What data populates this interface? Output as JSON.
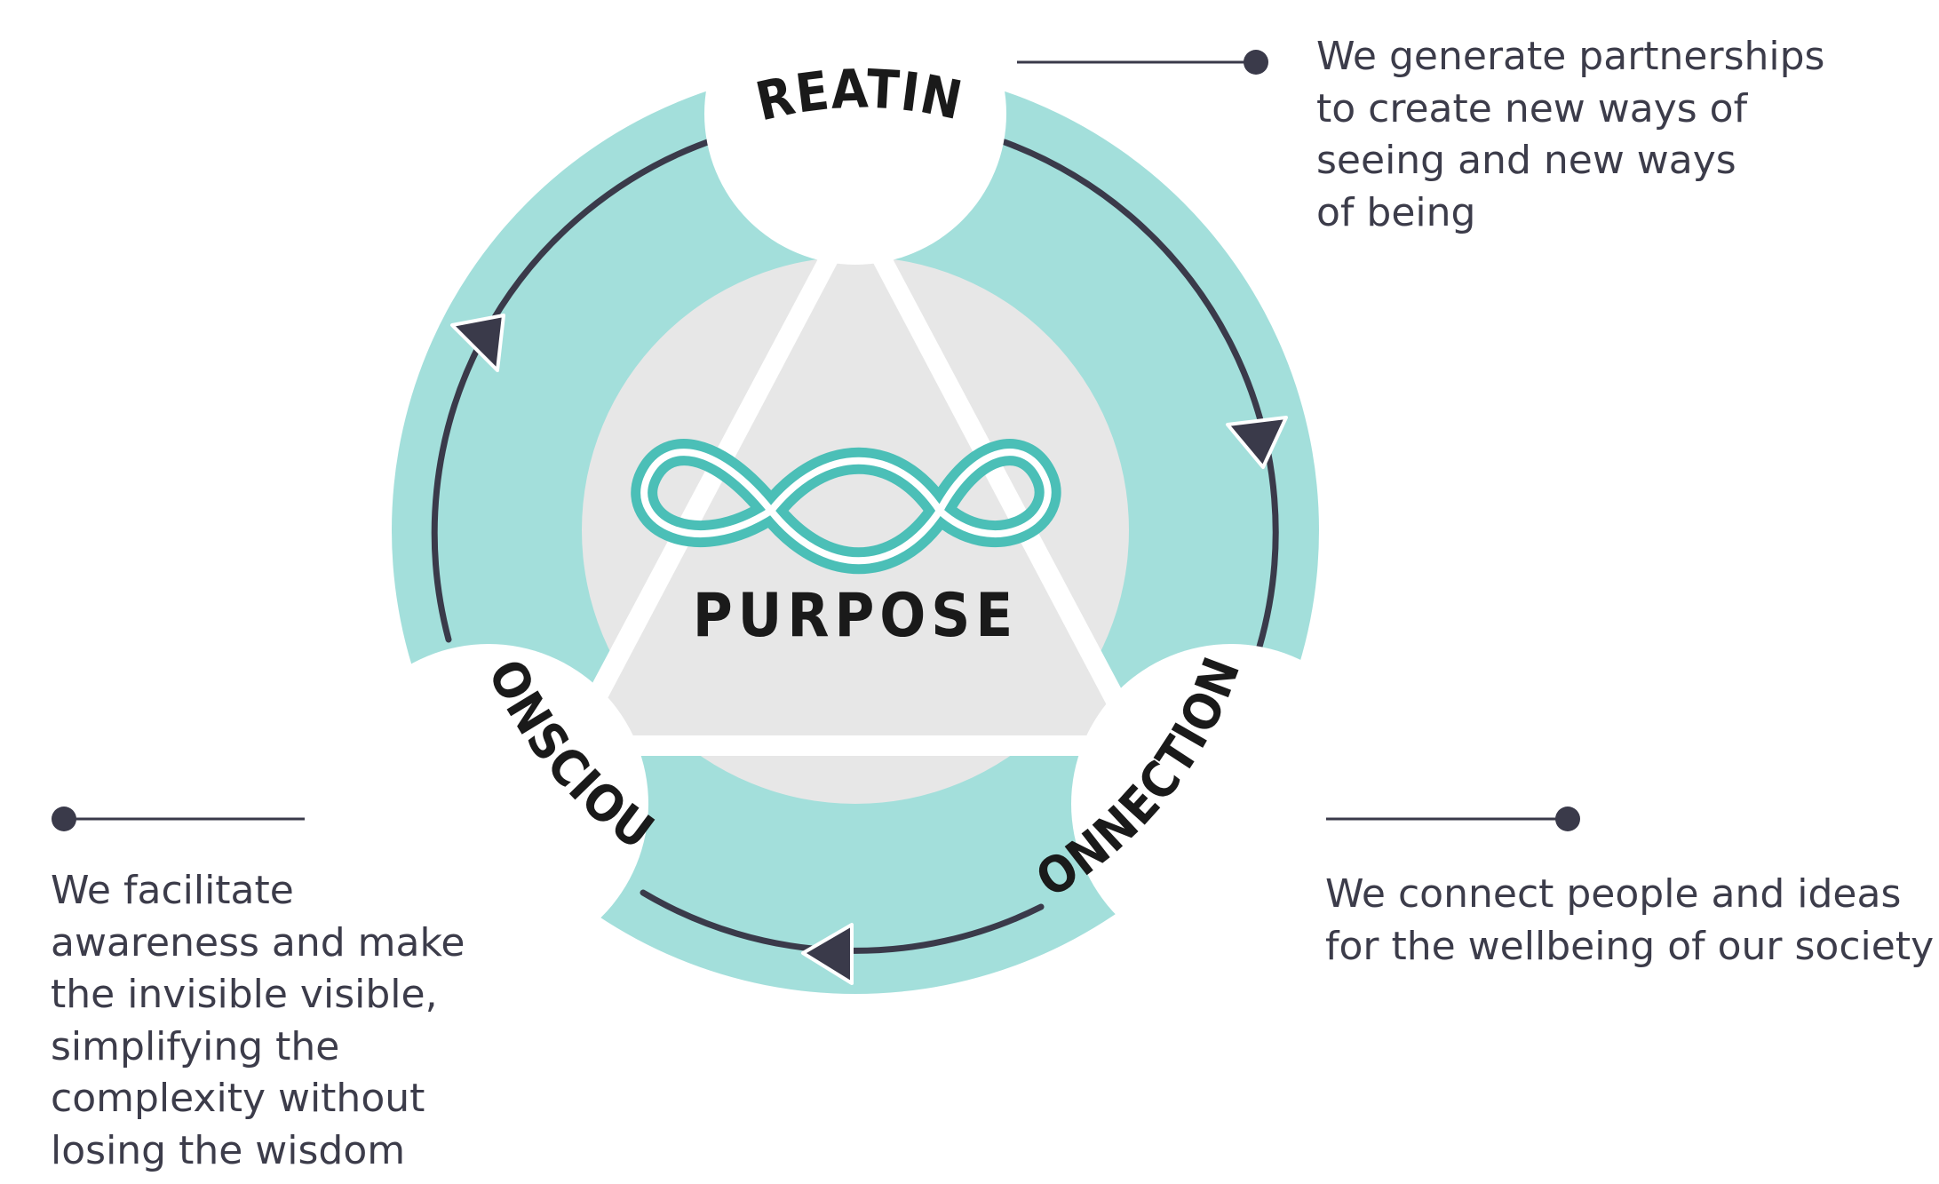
{
  "colors": {
    "teal_ring": "#a3dfdb",
    "teal_logo": "#4bbfb7",
    "gray_core": "#e7e7e7",
    "dark": "#3a3a4a",
    "label": "#1a1a1a",
    "background": "#ffffff"
  },
  "center": {
    "title": "PURPOSE",
    "icon": "infinity-loop-icon"
  },
  "stages": {
    "creating": {
      "label": "CREATING",
      "description_lines": [
        "We generate partnerships",
        "to create new ways of",
        "seeing and new ways",
        "of being"
      ]
    },
    "connections": {
      "label": "CONNECTIONS",
      "description_lines": [
        "We connect people and ideas",
        "for the wellbeing of our society"
      ]
    },
    "conscious": {
      "label": "CONSCIOUS",
      "description_lines": [
        "We facilitate",
        "awareness and make",
        "the invisible visible,",
        "simplifying the",
        "complexity without",
        "losing the wisdom"
      ]
    }
  },
  "flow": {
    "direction": "clockwise",
    "arrow_icon": "triangle-arrow-icon"
  }
}
